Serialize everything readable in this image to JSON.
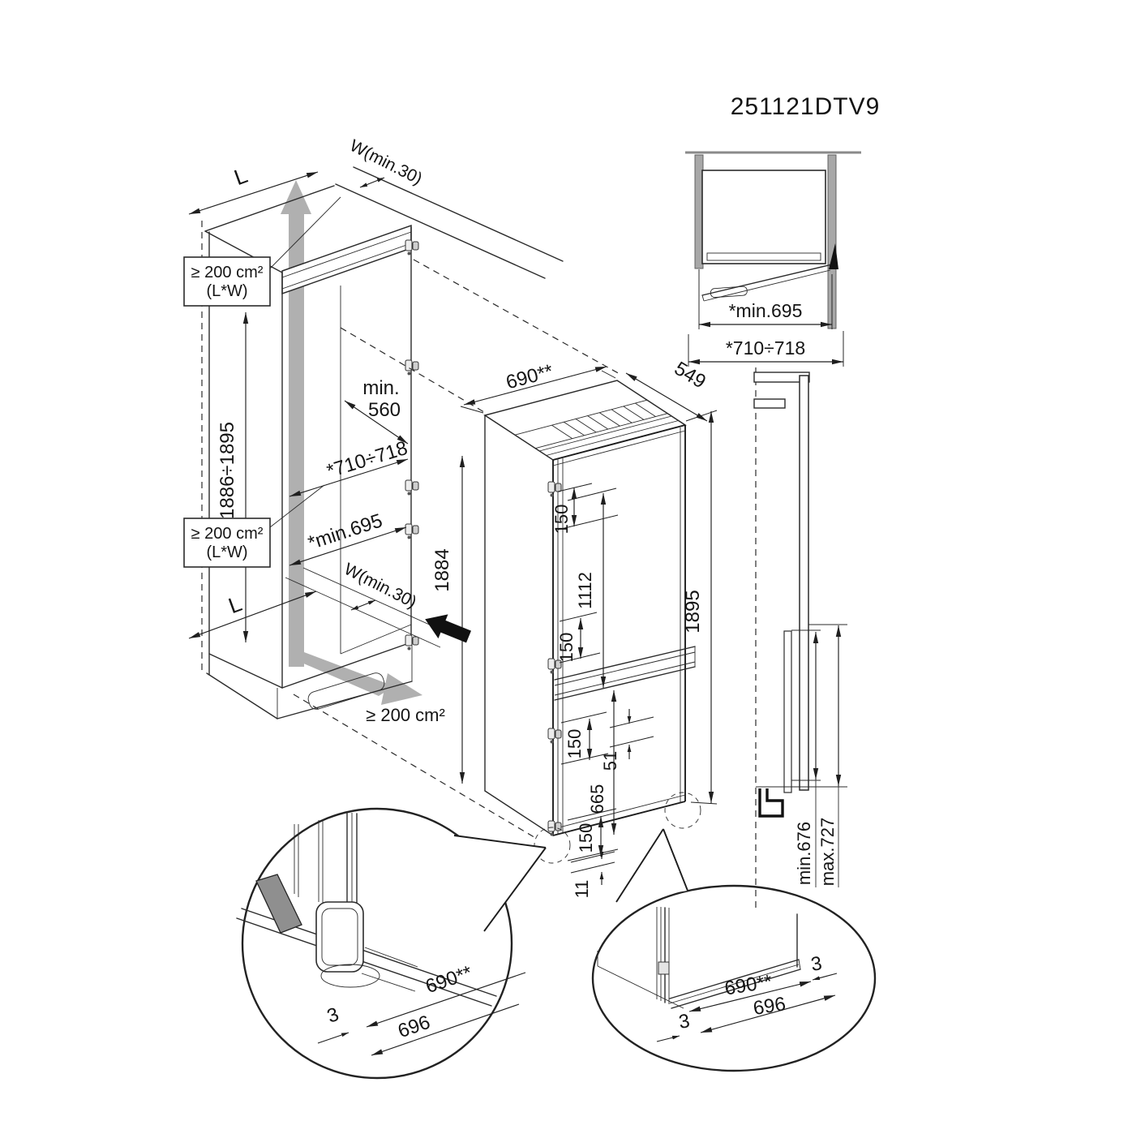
{
  "model": "251121DTV9",
  "colors": {
    "line": "#2b2b2b",
    "text": "#141414",
    "gray_panel": "#a8a8a8",
    "airflow": "#b0b0b0",
    "bracket": "#8f8f8f"
  },
  "top_view": {
    "door_clearance": "*min.695",
    "niche_width": "*710÷718"
  },
  "niche": {
    "depth_top": "L",
    "rear_gap_top": "W(min.30)",
    "vent_top_line1": "≥ 200 cm²",
    "vent_top_line2": "(L*W)",
    "height_range": "1886÷1895",
    "min_depth_line1": "min.",
    "min_depth_line2": "560",
    "width_range": "*710÷718",
    "door_clearance": "*min.695",
    "vent_mid_line1": "≥ 200 cm²",
    "vent_mid_line2": "(L*W)",
    "rear_gap_bottom": "W(min.30)",
    "depth_bottom": "L",
    "niche_height": "1884",
    "vent_bottom": "≥ 200 cm²"
  },
  "appliance": {
    "width": "690**",
    "depth": "549",
    "height": "1895",
    "hinge_top": "150",
    "door_upper": "1112",
    "hinge_mid": "150",
    "hinge_lower": "150",
    "rail_offset": "51",
    "door_lower": "665",
    "hinge_bottom": "150",
    "base_gap": "11"
  },
  "side_view": {
    "min_height": "min.676",
    "max_height": "max.727"
  },
  "detail_left": {
    "appliance_width": "690**",
    "side_gap": "3",
    "plinth_width": "696"
  },
  "detail_right": {
    "gap_right": "3",
    "appliance_width": "690**",
    "plinth_width": "696",
    "gap_left": "3"
  }
}
